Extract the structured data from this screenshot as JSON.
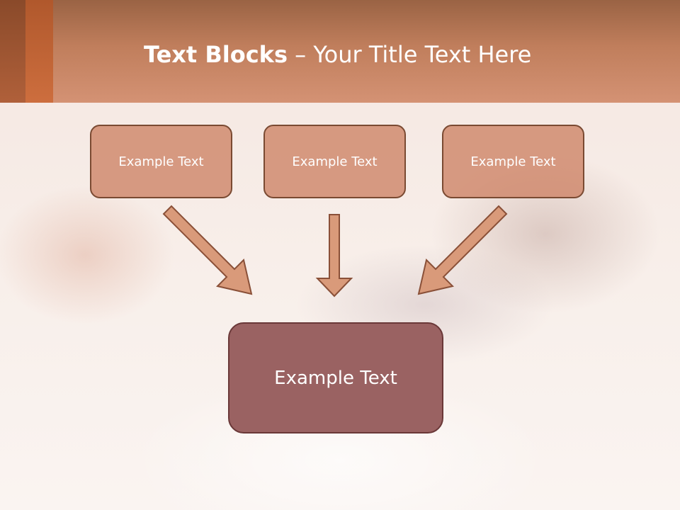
{
  "slide": {
    "title_bold": "Text Blocks",
    "title_separator": " – ",
    "title_rest": "Your Title Text Here"
  },
  "blocks": [
    {
      "label": "Example Text"
    },
    {
      "label": "Example Text"
    },
    {
      "label": "Example Text"
    }
  ],
  "target": {
    "label": "Example Text"
  },
  "colors": {
    "header": "#c07e5c",
    "box_fill": "#cd8264",
    "box_border": "#7a4a32",
    "target_fill": "#9a6262",
    "arrow_fill": "#d99a7a"
  }
}
